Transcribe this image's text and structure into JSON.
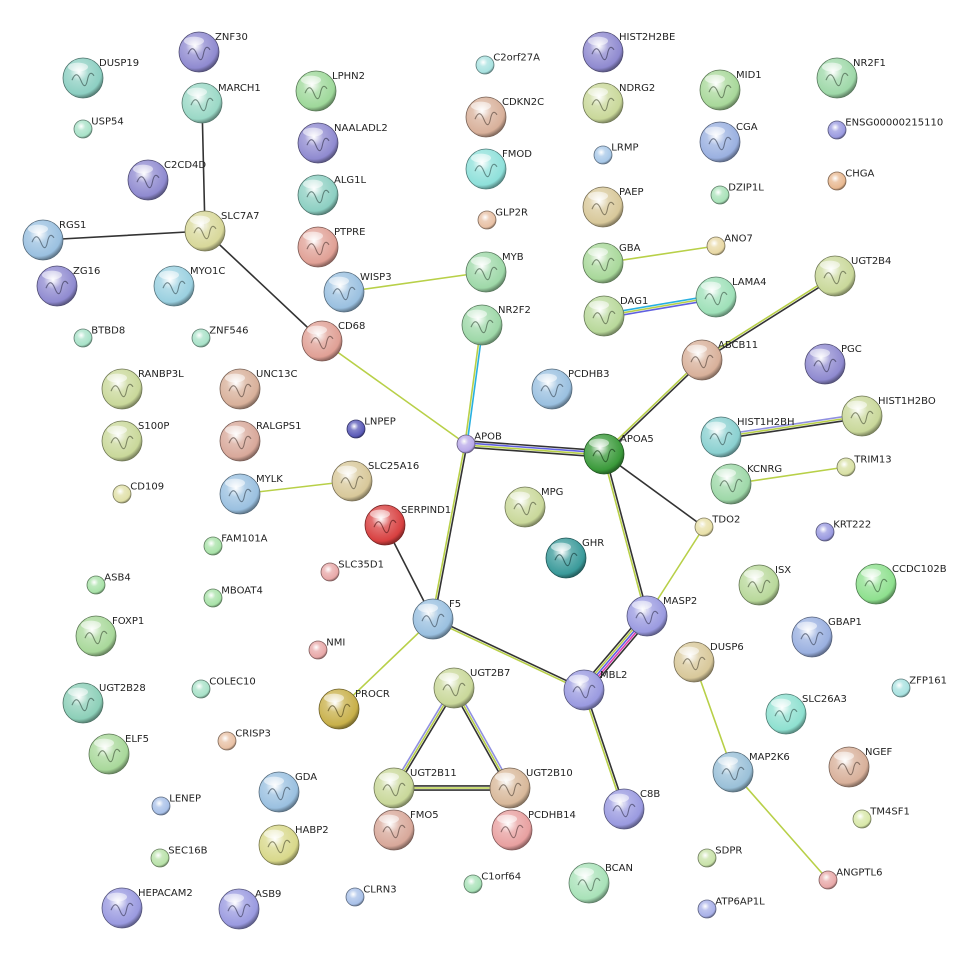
{
  "diagram": {
    "type": "protein-interaction-network",
    "nodes": [
      {
        "id": "ZNF30",
        "label": "ZNF30",
        "color": "#8f8ad0",
        "size": "large"
      },
      {
        "id": "DUSP19",
        "label": "DUSP19",
        "color": "#8ccfc2",
        "size": "large"
      },
      {
        "id": "MARCH1",
        "label": "MARCH1",
        "color": "#9ad8c6",
        "size": "large"
      },
      {
        "id": "USP54",
        "label": "USP54",
        "color": "#a8e2c8",
        "size": "small"
      },
      {
        "id": "LPHN2",
        "label": "LPHN2",
        "color": "#9ed89a",
        "size": "large"
      },
      {
        "id": "NAALADL2",
        "label": "NAALADL2",
        "color": "#8f8ad0",
        "size": "large"
      },
      {
        "id": "ALG1L",
        "label": "ALG1L",
        "color": "#8ccfc2",
        "size": "large"
      },
      {
        "id": "PTPRE",
        "label": "PTPRE",
        "color": "#e0a095",
        "size": "large"
      },
      {
        "id": "C2orf27A",
        "label": "C2orf27A",
        "color": "#a8e2e0",
        "size": "small"
      },
      {
        "id": "CDKN2C",
        "label": "CDKN2C",
        "color": "#d8b09a",
        "size": "large"
      },
      {
        "id": "FMOD",
        "label": "FMOD",
        "color": "#8ee0da",
        "size": "large"
      },
      {
        "id": "GLP2R",
        "label": "GLP2R",
        "color": "#e8c0a4",
        "size": "small"
      },
      {
        "id": "HIST2H2BE",
        "label": "HIST2H2BE",
        "color": "#8f8ad0",
        "size": "large"
      },
      {
        "id": "NDRG2",
        "label": "NDRG2",
        "color": "#c9d89a",
        "size": "large"
      },
      {
        "id": "LRMP",
        "label": "LRMP",
        "color": "#a8c8e8",
        "size": "small"
      },
      {
        "id": "PAEP",
        "label": "PAEP",
        "color": "#d8c89a",
        "size": "large"
      },
      {
        "id": "MID1",
        "label": "MID1",
        "color": "#a8d89a",
        "size": "large"
      },
      {
        "id": "CGA",
        "label": "CGA",
        "color": "#9ab0e0",
        "size": "large"
      },
      {
        "id": "DZIP1L",
        "label": "DZIP1L",
        "color": "#a8e2b8",
        "size": "small"
      },
      {
        "id": "NR2F1",
        "label": "NR2F1",
        "color": "#9ed8a8",
        "size": "large"
      },
      {
        "id": "ENSG00000215110",
        "label": "ENSG00000215110",
        "color": "#9a9ae0",
        "size": "small"
      },
      {
        "id": "CHGA",
        "label": "CHGA",
        "color": "#e8b890",
        "size": "small"
      },
      {
        "id": "C2CD4D",
        "label": "C2CD4D",
        "color": "#8f8ad0",
        "size": "large"
      },
      {
        "id": "SLC7A7",
        "label": "SLC7A7",
        "color": "#d8d89a",
        "size": "large"
      },
      {
        "id": "RGS1",
        "label": "RGS1",
        "color": "#9ac0e0",
        "size": "large"
      },
      {
        "id": "ZG16",
        "label": "ZG16",
        "color": "#8f8ad0",
        "size": "large"
      },
      {
        "id": "MYO1C",
        "label": "MYO1C",
        "color": "#9ad0e0",
        "size": "large"
      },
      {
        "id": "BTBD8",
        "label": "BTBD8",
        "color": "#a8e2c8",
        "size": "small"
      },
      {
        "id": "ZNF546",
        "label": "ZNF546",
        "color": "#a8e2c8",
        "size": "small"
      },
      {
        "id": "WISP3",
        "label": "WISP3",
        "color": "#9ac0e0",
        "size": "large"
      },
      {
        "id": "MYB",
        "label": "MYB",
        "color": "#9ed8a8",
        "size": "large"
      },
      {
        "id": "NR2F2",
        "label": "NR2F2",
        "color": "#9ed8a8",
        "size": "large"
      },
      {
        "id": "CD68",
        "label": "CD68",
        "color": "#e0a095",
        "size": "large"
      },
      {
        "id": "GBA",
        "label": "GBA",
        "color": "#a8d89a",
        "size": "large"
      },
      {
        "id": "ANO7",
        "label": "ANO7",
        "color": "#e8d8a4",
        "size": "small"
      },
      {
        "id": "DAG1",
        "label": "DAG1",
        "color": "#b8d89a",
        "size": "large"
      },
      {
        "id": "LAMA4",
        "label": "LAMA4",
        "color": "#9ee0b8",
        "size": "large"
      },
      {
        "id": "UGT2B4",
        "label": "UGT2B4",
        "color": "#c9d89a",
        "size": "large"
      },
      {
        "id": "RANBP3L",
        "label": "RANBP3L",
        "color": "#c9d89a",
        "size": "large"
      },
      {
        "id": "UNC13C",
        "label": "UNC13C",
        "color": "#d8b09a",
        "size": "large"
      },
      {
        "id": "PCDHB3",
        "label": "PCDHB3",
        "color": "#9ac0e0",
        "size": "large"
      },
      {
        "id": "ABCB11",
        "label": "ABCB11",
        "color": "#d8b09a",
        "size": "large"
      },
      {
        "id": "PGC",
        "label": "PGC",
        "color": "#8f8ad0",
        "size": "large"
      },
      {
        "id": "S100P",
        "label": "S100P",
        "color": "#c9d89a",
        "size": "large"
      },
      {
        "id": "RALGPS1",
        "label": "RALGPS1",
        "color": "#d8a89a",
        "size": "large"
      },
      {
        "id": "LNPEP",
        "label": "LNPEP",
        "color": "#5a5ab8",
        "size": "small"
      },
      {
        "id": "APOB",
        "label": "APOB",
        "color": "#b8a8e8",
        "size": "small"
      },
      {
        "id": "APOA5",
        "label": "APOA5",
        "color": "#3a9a3a",
        "size": "large"
      },
      {
        "id": "HIST1H2BH",
        "label": "HIST1H2BH",
        "color": "#8ad0d0",
        "size": "large"
      },
      {
        "id": "HIST1H2BO",
        "label": "HIST1H2BO",
        "color": "#c9d89a",
        "size": "large"
      },
      {
        "id": "TRIM13",
        "label": "TRIM13",
        "color": "#d8e0a4",
        "size": "small"
      },
      {
        "id": "KCNRG",
        "label": "KCNRG",
        "color": "#9ed8a8",
        "size": "large"
      },
      {
        "id": "CD109",
        "label": "CD109",
        "color": "#e0e0a8",
        "size": "small"
      },
      {
        "id": "MYLK",
        "label": "MYLK",
        "color": "#9ac0e0",
        "size": "large"
      },
      {
        "id": "SLC25A16",
        "label": "SLC25A16",
        "color": "#d8c89a",
        "size": "large"
      },
      {
        "id": "SERPIND1",
        "label": "SERPIND1",
        "color": "#d84040",
        "size": "large"
      },
      {
        "id": "MPG",
        "label": "MPG",
        "color": "#c9d89a",
        "size": "large"
      },
      {
        "id": "TDO2",
        "label": "TDO2",
        "color": "#e8e0a8",
        "size": "small"
      },
      {
        "id": "KRT222",
        "label": "KRT222",
        "color": "#9a9ae0",
        "size": "small"
      },
      {
        "id": "FAM101A",
        "label": "FAM101A",
        "color": "#a8e2a8",
        "size": "small"
      },
      {
        "id": "GHR",
        "label": "GHR",
        "color": "#3a9a9a",
        "size": "large"
      },
      {
        "id": "SLC35D1",
        "label": "SLC35D1",
        "color": "#e8a8a8",
        "size": "small"
      },
      {
        "id": "ISX",
        "label": "ISX",
        "color": "#b8d89a",
        "size": "large"
      },
      {
        "id": "CCDC102B",
        "label": "CCDC102B",
        "color": "#8ee08e",
        "size": "large"
      },
      {
        "id": "ASB4",
        "label": "ASB4",
        "color": "#a8e2a8",
        "size": "small"
      },
      {
        "id": "MBOAT4",
        "label": "MBOAT4",
        "color": "#a8e2a8",
        "size": "small"
      },
      {
        "id": "F5",
        "label": "F5",
        "color": "#9ac0e0",
        "size": "large"
      },
      {
        "id": "MASP2",
        "label": "MASP2",
        "color": "#9a9ae0",
        "size": "large"
      },
      {
        "id": "GBAP1",
        "label": "GBAP1",
        "color": "#9ab0e0",
        "size": "large"
      },
      {
        "id": "FOXP1",
        "label": "FOXP1",
        "color": "#a8d89a",
        "size": "large"
      },
      {
        "id": "NMI",
        "label": "NMI",
        "color": "#e8a8a8",
        "size": "small"
      },
      {
        "id": "DUSP6",
        "label": "DUSP6",
        "color": "#d8c89a",
        "size": "large"
      },
      {
        "id": "UGT2B7",
        "label": "UGT2B7",
        "color": "#c9d89a",
        "size": "large"
      },
      {
        "id": "MBL2",
        "label": "MBL2",
        "color": "#9a9ae0",
        "size": "large"
      },
      {
        "id": "ZFP161",
        "label": "ZFP161",
        "color": "#a8e2e0",
        "size": "small"
      },
      {
        "id": "UGT2B28",
        "label": "UGT2B28",
        "color": "#8ccfb8",
        "size": "large"
      },
      {
        "id": "COLEC10",
        "label": "COLEC10",
        "color": "#a8e2c8",
        "size": "small"
      },
      {
        "id": "PROCR",
        "label": "PROCR",
        "color": "#c8b04a",
        "size": "large"
      },
      {
        "id": "SLC26A3",
        "label": "SLC26A3",
        "color": "#8ee0d0",
        "size": "large"
      },
      {
        "id": "ELF5",
        "label": "ELF5",
        "color": "#a8d89a",
        "size": "large"
      },
      {
        "id": "CRISP3",
        "label": "CRISP3",
        "color": "#e8c0a4",
        "size": "small"
      },
      {
        "id": "MAP2K6",
        "label": "MAP2K6",
        "color": "#9ac0d8",
        "size": "large"
      },
      {
        "id": "NGEF",
        "label": "NGEF",
        "color": "#d8b09a",
        "size": "large"
      },
      {
        "id": "LENEP",
        "label": "LENEP",
        "color": "#a8c0e8",
        "size": "small"
      },
      {
        "id": "GDA",
        "label": "GDA",
        "color": "#9ac0e0",
        "size": "large"
      },
      {
        "id": "UGT2B11",
        "label": "UGT2B11",
        "color": "#c9d89a",
        "size": "large"
      },
      {
        "id": "UGT2B10",
        "label": "UGT2B10",
        "color": "#d8b89a",
        "size": "large"
      },
      {
        "id": "C8B",
        "label": "C8B",
        "color": "#9a9ae0",
        "size": "large"
      },
      {
        "id": "TM4SF1",
        "label": "TM4SF1",
        "color": "#d8e8a8",
        "size": "small"
      },
      {
        "id": "HABP2",
        "label": "HABP2",
        "color": "#d8d88a",
        "size": "large"
      },
      {
        "id": "FMO5",
        "label": "FMO5",
        "color": "#d8a89a",
        "size": "large"
      },
      {
        "id": "PCDHB14",
        "label": "PCDHB14",
        "color": "#e8a0a0",
        "size": "large"
      },
      {
        "id": "SEC16B",
        "label": "SEC16B",
        "color": "#b8e2a8",
        "size": "small"
      },
      {
        "id": "SDPR",
        "label": "SDPR",
        "color": "#c8e2a8",
        "size": "small"
      },
      {
        "id": "ANGPTL6",
        "label": "ANGPTL6",
        "color": "#e8a8a8",
        "size": "small"
      },
      {
        "id": "C1orf64",
        "label": "C1orf64",
        "color": "#a8e2b8",
        "size": "small"
      },
      {
        "id": "BCAN",
        "label": "BCAN",
        "color": "#a8e2b8",
        "size": "large"
      },
      {
        "id": "CLRN3",
        "label": "CLRN3",
        "color": "#a8c0e8",
        "size": "small"
      },
      {
        "id": "HEPACAM2",
        "label": "HEPACAM2",
        "color": "#9a9ae0",
        "size": "large"
      },
      {
        "id": "ASB9",
        "label": "ASB9",
        "color": "#9a9ae0",
        "size": "large"
      },
      {
        "id": "ATP6AP1L",
        "label": "ATP6AP1L",
        "color": "#a8b0e8",
        "size": "small"
      }
    ],
    "edges": [
      {
        "source": "MARCH1",
        "target": "SLC7A7",
        "colors": [
          "#333333"
        ]
      },
      {
        "source": "RGS1",
        "target": "SLC7A7",
        "colors": [
          "#333333"
        ]
      },
      {
        "source": "SLC7A7",
        "target": "CD68",
        "colors": [
          "#333333"
        ]
      },
      {
        "source": "CD68",
        "target": "APOB",
        "colors": [
          "#b8d048"
        ]
      },
      {
        "source": "WISP3",
        "target": "MYB",
        "colors": [
          "#b8d048"
        ]
      },
      {
        "source": "NR2F2",
        "target": "APOB",
        "colors": [
          "#28b0e0",
          "#b8d048"
        ]
      },
      {
        "source": "GBA",
        "target": "ANO7",
        "colors": [
          "#b8d048"
        ]
      },
      {
        "source": "DAG1",
        "target": "LAMA4",
        "colors": [
          "#28b0e0",
          "#b8d048",
          "#6060e0"
        ]
      },
      {
        "source": "UGT2B4",
        "target": "ABCB11",
        "colors": [
          "#333333",
          "#b8d048"
        ]
      },
      {
        "source": "ABCB11",
        "target": "APOA5",
        "colors": [
          "#333333",
          "#b8d048"
        ]
      },
      {
        "source": "APOB",
        "target": "APOA5",
        "colors": [
          "#333333",
          "#6060e0",
          "#b8d048",
          "#333333"
        ]
      },
      {
        "source": "HIST1H2BH",
        "target": "HIST1H2BO",
        "colors": [
          "#9090e0",
          "#b8d048",
          "#333333"
        ]
      },
      {
        "source": "KCNRG",
        "target": "TRIM13",
        "colors": [
          "#b8d048"
        ]
      },
      {
        "source": "MYLK",
        "target": "SLC25A16",
        "colors": [
          "#b8d048"
        ]
      },
      {
        "source": "APOB",
        "target": "F5",
        "colors": [
          "#333333",
          "#b8d048"
        ]
      },
      {
        "source": "APOA5",
        "target": "MASP2",
        "colors": [
          "#333333",
          "#b8d048"
        ]
      },
      {
        "source": "APOA5",
        "target": "TDO2",
        "colors": [
          "#333333"
        ]
      },
      {
        "source": "TDO2",
        "target": "MASP2",
        "colors": [
          "#b8d048"
        ]
      },
      {
        "source": "SERPIND1",
        "target": "F5",
        "colors": [
          "#333333"
        ]
      },
      {
        "source": "F5",
        "target": "MBL2",
        "colors": [
          "#333333",
          "#b8d048"
        ]
      },
      {
        "source": "F5",
        "target": "PROCR",
        "colors": [
          "#b8d048"
        ]
      },
      {
        "source": "MASP2",
        "target": "MBL2",
        "colors": [
          "#333333",
          "#e040b0",
          "#6060e0",
          "#b8d048",
          "#333333"
        ]
      },
      {
        "source": "MBL2",
        "target": "C8B",
        "colors": [
          "#333333",
          "#b8d048"
        ]
      },
      {
        "source": "UGT2B7",
        "target": "UGT2B11",
        "colors": [
          "#333333",
          "#b8d048",
          "#9090e0"
        ]
      },
      {
        "source": "UGT2B7",
        "target": "UGT2B10",
        "colors": [
          "#9090e0",
          "#b8d048",
          "#333333"
        ]
      },
      {
        "source": "UGT2B11",
        "target": "UGT2B10",
        "colors": [
          "#333333",
          "#b8d048",
          "#333333"
        ]
      },
      {
        "source": "DUSP6",
        "target": "MAP2K6",
        "colors": [
          "#b8d048"
        ]
      },
      {
        "source": "MAP2K6",
        "target": "ANGPTL6",
        "colors": [
          "#b8d048"
        ]
      }
    ]
  }
}
